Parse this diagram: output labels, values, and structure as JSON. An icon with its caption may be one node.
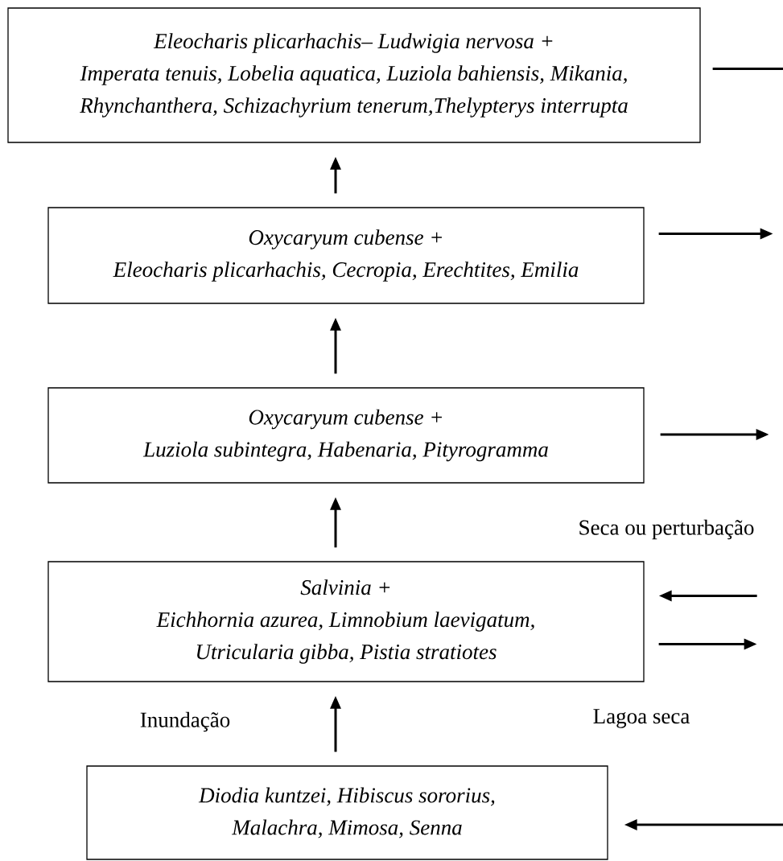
{
  "diagram": {
    "nodes": [
      {
        "text": [
          "Eleocharis plicarhachis– Ludwigia nervosa +",
          "Imperata tenuis, Lobelia aquatica, Luziola bahiensis, Mikania, Rhynchanthera, Schizachyrium tenerum,Thelypterys interrupta"
        ]
      },
      {
        "text": [
          "Oxycaryum cubense +",
          "Eleocharis plicarhachis, Cecropia, Erechtites, Emilia"
        ]
      },
      {
        "text": [
          "Oxycaryum cubense +",
          "Luziola subintegra, Habenaria, Pityrogramma"
        ]
      },
      {
        "text": [
          "Salvinia +",
          "Eichhornia azurea, Limnobium laevigatum, Utricularia gibba, Pistia stratiotes"
        ]
      },
      {
        "text": [
          "Diodia kuntzei, Hibiscus sororius, Malachra, Mimosa, Senna"
        ]
      }
    ],
    "edges": [
      {
        "from": 4,
        "to": 3,
        "arrow": "to"
      },
      {
        "from": 3,
        "to": 2,
        "arrow": "to"
      },
      {
        "from": 2,
        "to": 1,
        "arrow": "to"
      },
      {
        "from": 1,
        "to": 0,
        "arrow": "to"
      },
      {
        "from": 0,
        "to": null,
        "arrow": "none"
      },
      {
        "from": 1,
        "to": null,
        "arrow": "to"
      },
      {
        "from": 2,
        "to": null,
        "arrow": "to"
      },
      {
        "from": null,
        "to": 3,
        "arrow": "to"
      },
      {
        "from": 3,
        "to": null,
        "arrow": "to"
      },
      {
        "from": null,
        "to": 4,
        "arrow": "to"
      }
    ],
    "labels": [
      "Seca ou perturbação",
      "Inundação",
      "Lagoa seca"
    ]
  }
}
